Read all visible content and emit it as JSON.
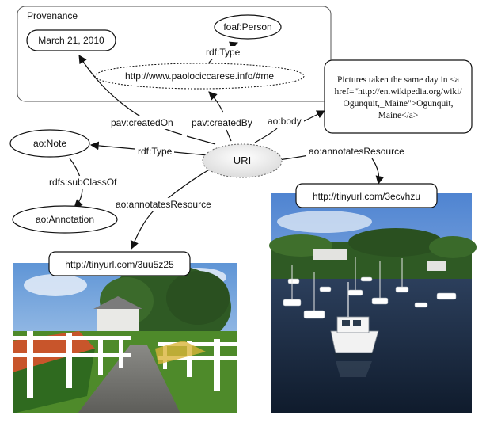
{
  "provenance": {
    "title": "Provenance"
  },
  "nodes": {
    "date": "March 21, 2010",
    "person_class": "foaf:Person",
    "creator_uri": "http://www.paolociccarese.info/#me",
    "uri": "URI",
    "note_class": "ao:Note",
    "annotation_class": "ao:Annotation",
    "body_lines": [
      "Pictures taken the same day in <a",
      "href=\"http://en.wikipedia.org/wiki/",
      "Ogunquit,_Maine\">Ogunquit,",
      "Maine</a>"
    ],
    "resource_1": "http://tinyurl.com/3uu5z25",
    "resource_2": "http://tinyurl.com/3ecvhzu"
  },
  "edges": {
    "created_on": "pav:createdOn",
    "created_by": "pav:createdBy",
    "rdf_type_person": "rdf:Type",
    "rdf_type_note": "rdf:Type",
    "body": "ao:body",
    "subclass": "rdfs:subClassOf",
    "annotates_1": "ao:annotatesResource",
    "annotates_2": "ao:annotatesResource"
  }
}
